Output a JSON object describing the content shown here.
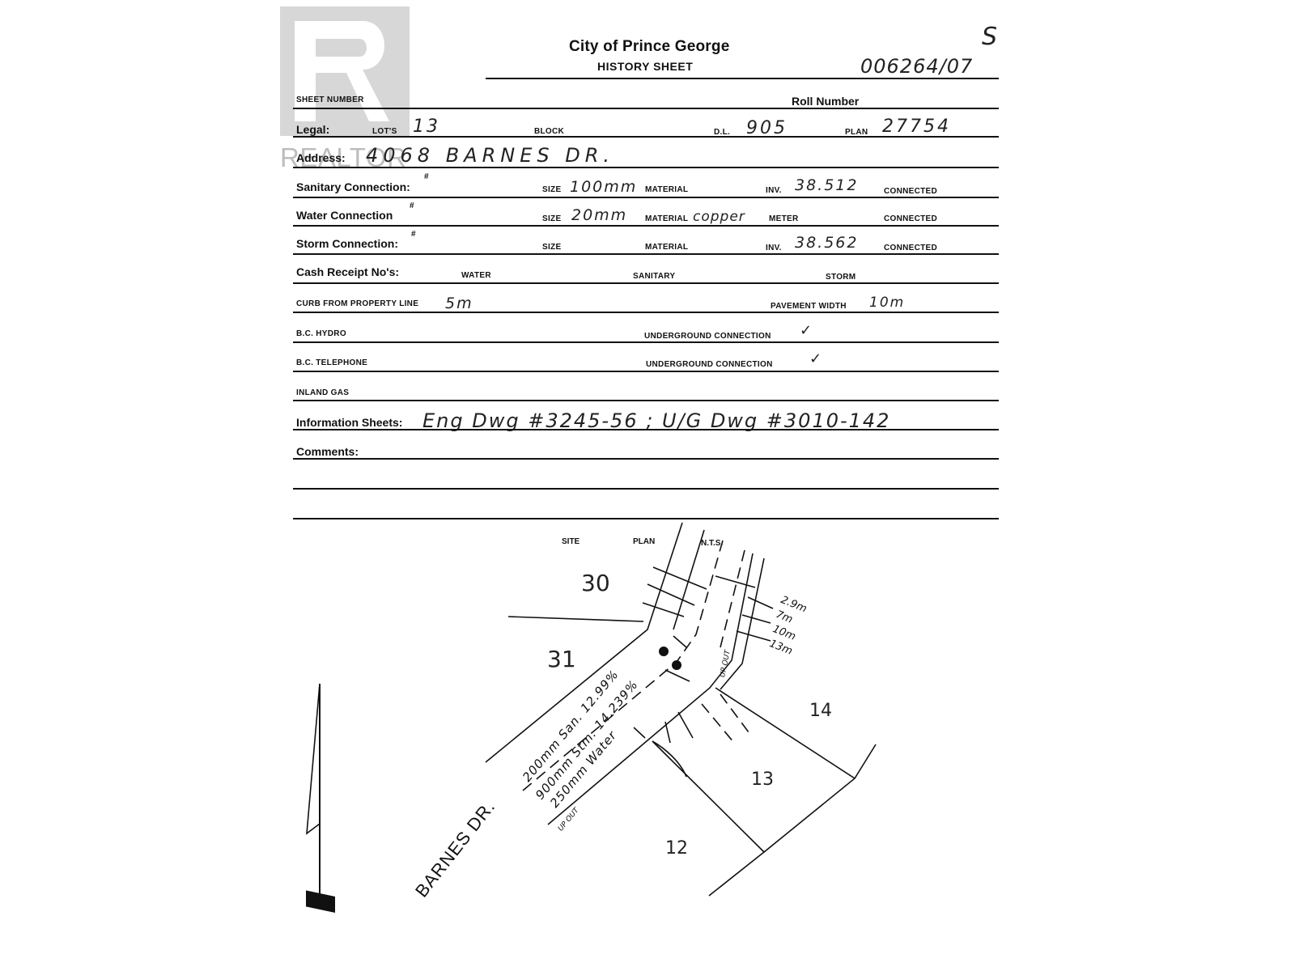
{
  "watermark": {
    "text": "REALTOR"
  },
  "header": {
    "title": "City of Prince George",
    "subtitle": "HISTORY SHEET",
    "handwritten_number": "006264/07",
    "corner_mark": "S"
  },
  "form": {
    "sheet_number_label": "SHEET NUMBER",
    "roll_number_label": "Roll Number",
    "legal": {
      "label": "Legal:",
      "lots_label": "LOT'S",
      "lots_value": "13",
      "block_label": "BLOCK",
      "dl_label": "D.L.",
      "dl_value": "905",
      "plan_label": "PLAN",
      "plan_value": "27754"
    },
    "address": {
      "label": "Address:",
      "value": "4068 BARNES DR."
    },
    "sanitary": {
      "label": "Sanitary Connection:",
      "hash": "#",
      "size_label": "SIZE",
      "size_value": "100mm",
      "material_label": "MATERIAL",
      "inv_label": "INV.",
      "inv_value": "38.512",
      "connected_label": "CONNECTED"
    },
    "water": {
      "label": "Water Connection",
      "hash": "#",
      "size_label": "SIZE",
      "size_value": "20mm",
      "material_label": "MATERIAL",
      "material_value": "copper",
      "meter_label": "METER",
      "connected_label": "CONNECTED"
    },
    "storm": {
      "label": "Storm Connection:",
      "hash": "#",
      "size_label": "SIZE",
      "material_label": "MATERIAL",
      "inv_label": "INV.",
      "inv_value": "38.562",
      "connected_label": "CONNECTED"
    },
    "cash_receipt": {
      "label": "Cash Receipt No's:",
      "water_label": "WATER",
      "sanitary_label": "SANITARY",
      "storm_label": "STORM"
    },
    "curb": {
      "label": "CURB FROM PROPERTY LINE",
      "value": "5m",
      "pavement_label": "PAVEMENT WIDTH",
      "pavement_value": "10m"
    },
    "bc_hydro": {
      "label": "B.C. HYDRO",
      "ug_label": "UNDERGROUND CONNECTION",
      "check": "✓"
    },
    "bc_telephone": {
      "label": "B.C. TELEPHONE",
      "ug_label": "UNDERGROUND CONNECTION",
      "check": "✓"
    },
    "inland_gas": {
      "label": "INLAND GAS"
    },
    "info_sheets": {
      "label": "Information Sheets:",
      "value": "Eng Dwg #3245-56 ; U/G Dwg #3010-142"
    },
    "comments": {
      "label": "Comments:"
    }
  },
  "site_plan": {
    "site_label": "SITE",
    "plan_label": "PLAN",
    "nts_label": "N.T.S.",
    "lots": [
      "30",
      "31",
      "14",
      "13",
      "12"
    ],
    "street_label": "BARNES DR.",
    "dimensions": [
      "2.9m",
      "7m",
      "10m",
      "13m"
    ],
    "mains": [
      "200mm San. 12.99%",
      "900mm Stm. 14.239%",
      "250mm Water"
    ],
    "lot_line_marks": [
      "UP OUT",
      "UP OUT"
    ]
  }
}
